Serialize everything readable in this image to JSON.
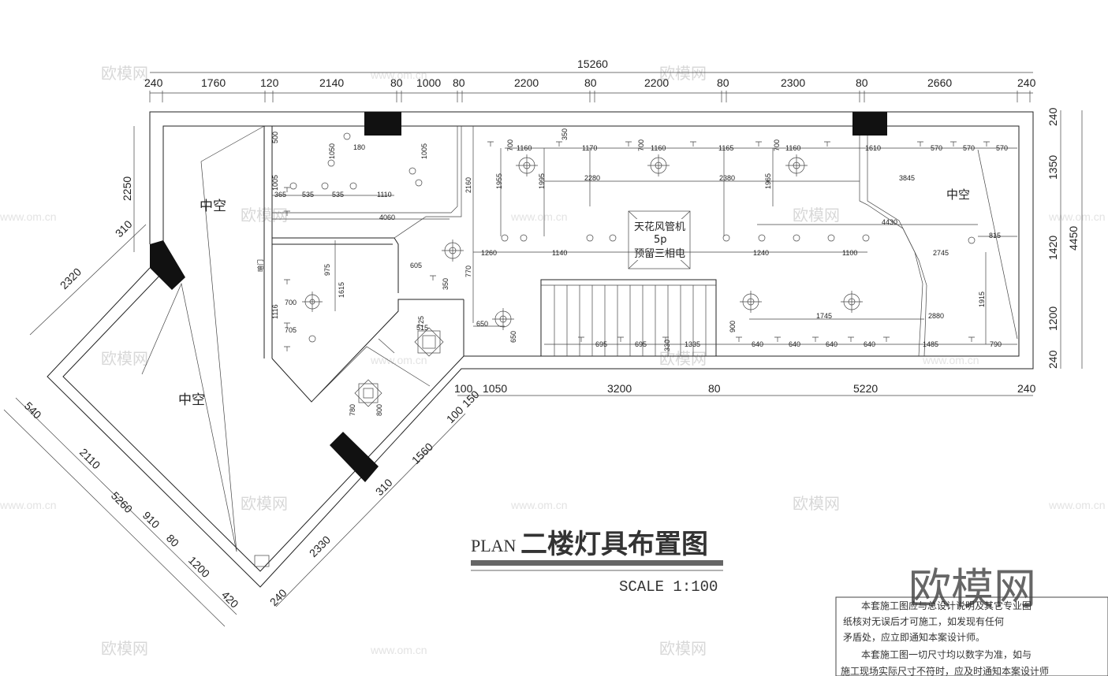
{
  "drawing": {
    "title_prefix": "PLAN",
    "title_main": "二楼灯具布置图",
    "scale": "SCALE 1:100",
    "logo": "欧模网",
    "watermark_text": "欧模网",
    "watermark_site": "www.om.cn"
  },
  "top_dims": {
    "overall": "15260",
    "segments": [
      "240",
      "1760",
      "120",
      "2140",
      "80",
      "1000",
      "80",
      "2200",
      "80",
      "2200",
      "80",
      "2300",
      "80",
      "2660",
      "240"
    ]
  },
  "right_dims": {
    "overall": "4450",
    "segments": [
      "240",
      "1350",
      "1420",
      "1200",
      "240"
    ]
  },
  "bottom_dims": {
    "segments": [
      "100",
      "1050",
      "3200",
      "80",
      "5220",
      "240"
    ]
  },
  "left_dims": {
    "upper": [
      "2250",
      "310",
      "2320"
    ],
    "diag_lower": [
      "540",
      "2110",
      "5260",
      "910",
      "80",
      "1200",
      "420"
    ],
    "diag_right": [
      "100",
      "150",
      "1560",
      "310",
      "2330",
      "240"
    ]
  },
  "rooms": {
    "void_left_upper": "中空",
    "void_left_lower": "中空",
    "void_right": "中空",
    "ac_unit": [
      "天花风管机",
      "5p",
      "预留三相电"
    ],
    "door_label": "暗门"
  },
  "inner_dims": {
    "ceiling_row1": [
      "1160",
      "1170",
      "1160",
      "1165",
      "1160",
      "1610",
      "570",
      "570",
      "570"
    ],
    "ceiling_row2": [
      "2280",
      "2380",
      "3845"
    ],
    "ceiling_row3": [
      "1260",
      "1140",
      "1240",
      "1100"
    ],
    "vertical": [
      "700",
      "350",
      "700",
      "700",
      "1955",
      "1995",
      "1965",
      "2160",
      "770",
      "1915"
    ],
    "left_room": [
      "500",
      "1050",
      "180",
      "1005",
      "1005",
      "365",
      "535",
      "535",
      "1110",
      "4060",
      "975",
      "1615",
      "700",
      "705",
      "1116",
      "605",
      "350",
      "725",
      "515",
      "650",
      "650",
      "780",
      "800"
    ],
    "bottom_row": [
      "695",
      "695",
      "330",
      "1335",
      "640",
      "640",
      "640",
      "640",
      "1485",
      "790",
      "1745",
      "2880",
      "4430",
      "815",
      "2745",
      "900"
    ]
  },
  "notes": [
    "本套施工图应与总设计说明及其它专业图",
    "纸核对无误后才可施工，如发现有任何",
    "矛盾处，应立即通知本案设计师。",
    "本套施工图一切尺寸均以数字为准，如与",
    "施工现场实际尺寸不符时，应及时通知本案设计师"
  ]
}
